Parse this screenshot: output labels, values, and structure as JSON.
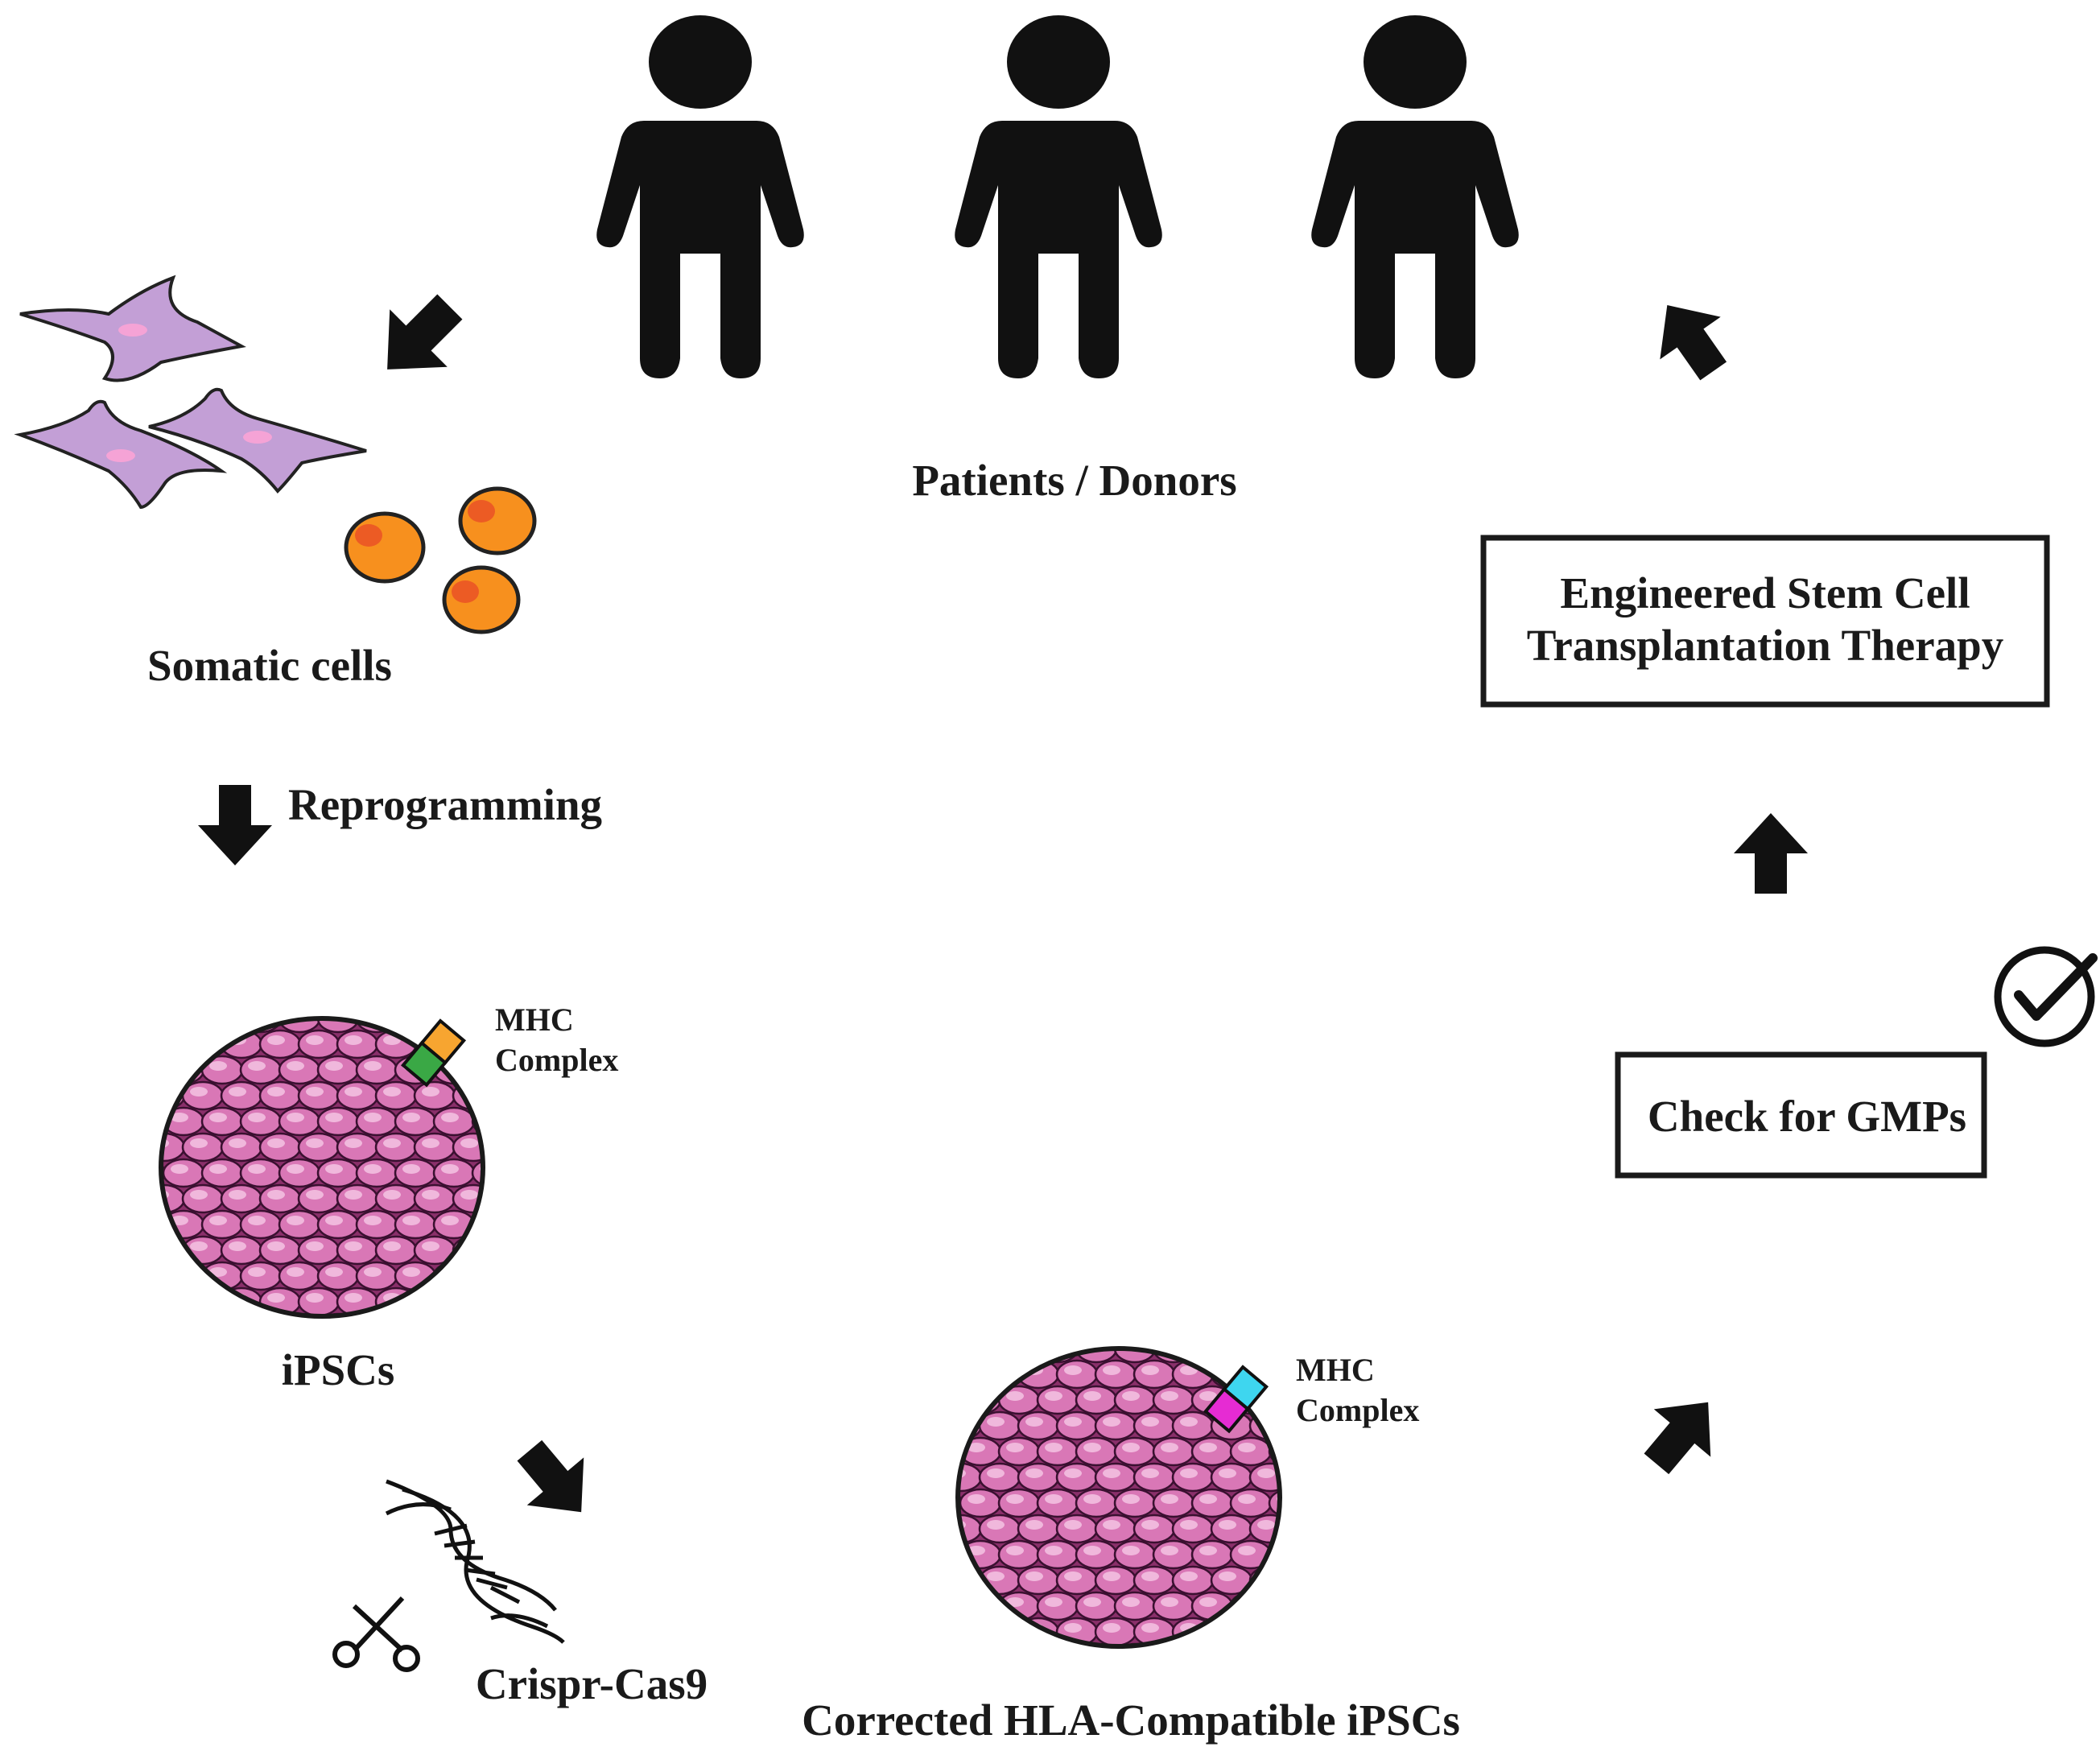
{
  "labels": {
    "patients": "Patients / Donors",
    "somatic": "Somatic cells",
    "reprogramming": "Reprogramming",
    "ipscs": "iPSCs",
    "mhc_line1": "MHC",
    "mhc_line2": "Complex",
    "crispr": "Crispr-Cas9",
    "corrected": "Corrected HLA-Compatible iPSCs",
    "gmp": "Check for GMPs",
    "therapy_line1": "Engineered Stem Cell",
    "therapy_line2": "Transplantation Therapy"
  },
  "icons": {
    "person": "person-icon",
    "somatic_fibroblast": "fibroblast-cell-icon",
    "somatic_round": "round-cell-icon",
    "cell_colony": "cell-colony-icon",
    "mhc": "mhc-complex-icon",
    "dna": "dna-helix-icon",
    "scissors": "scissors-icon",
    "check": "checkmark-icon",
    "arrow": "arrow-icon"
  },
  "colors": {
    "text": "#1a1a1a",
    "fibroblast": "#c39fd6",
    "fibroblast_nucleus": "#f5a3d6",
    "round_cell": "#f7901e",
    "round_cell_nucleus": "#ec5b24",
    "colony_cell": "#d977b6",
    "colony_cell_light": "#f0b8dc",
    "colony_bg": "#8a2f6a",
    "mhc1_top": "#f7a530",
    "mhc1_bottom": "#3aa845",
    "mhc2_top": "#3ed6ef",
    "mhc2_bottom": "#e62bd3"
  }
}
